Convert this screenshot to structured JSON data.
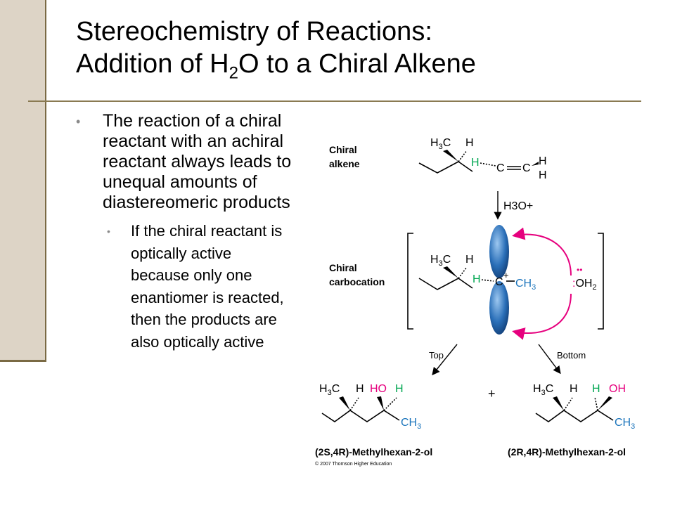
{
  "slide": {
    "title_line1": "Stereochemistry of Reactions:",
    "title_line2_prefix": "Addition of H",
    "title_line2_sub": "2",
    "title_line2_suffix": "O to a Chiral Alkene"
  },
  "bullets": {
    "main": "The reaction of a chiral reactant with an achiral reactant always leads to unequal amounts of diastereomeric products",
    "sub": "If the chiral reactant is optically active because only one enantiomer is reacted, then the products are also optically active"
  },
  "diagram": {
    "alkene_label_1": "Chiral",
    "alkene_label_2": "alkene",
    "carbocation_label_1": "Chiral",
    "carbocation_label_2": "carbocation",
    "reagent": "H3O+",
    "top_label": "Top",
    "bottom_label": "Bottom",
    "plus_sign": "+",
    "product_left": "(2S,4R)-Methylhexan-2-ol",
    "product_right": "(2R,4R)-Methylhexan-2-ol",
    "copyright": "© 2007 Thomson Higher Education",
    "colors": {
      "green": "#00a651",
      "blue": "#1c75bc",
      "magenta": "#e6007e"
    }
  }
}
